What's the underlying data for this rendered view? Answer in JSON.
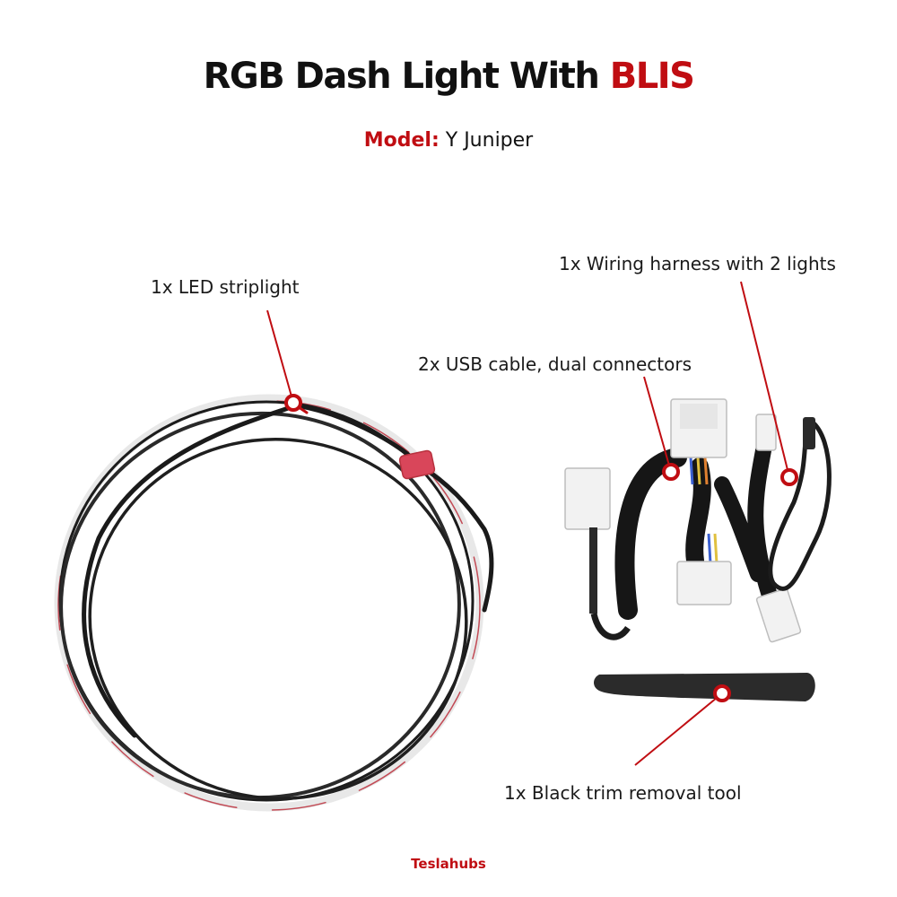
{
  "header": {
    "title_main": "RGB Dash Light With ",
    "title_accent": "BLIS",
    "model_label": "Model:",
    "model_value": " Y Juniper"
  },
  "callouts": {
    "led_striplight": "1x LED striplight",
    "wiring_harness": "1x Wiring harness with 2 lights",
    "usb_cable": "2x USB cable, dual connectors",
    "trim_tool": "1x Black trim removal tool"
  },
  "footer": {
    "brand": "Teslahubs"
  },
  "colors": {
    "accent": "#c00d12",
    "text": "#111111",
    "cable": "#1c1c1c",
    "connector": "#f2f2f2",
    "velcro": "#d9465a"
  }
}
